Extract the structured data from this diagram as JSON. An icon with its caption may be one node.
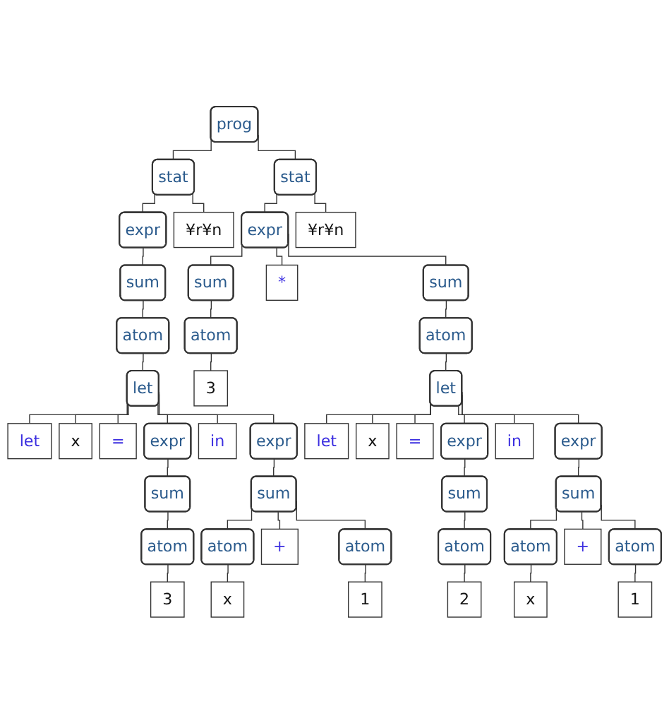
{
  "diagram": {
    "nodes": [
      {
        "text": [
          "prog"
        ]
      },
      {
        "text": [
          "stat"
        ]
      },
      {
        "text": [
          "expr"
        ]
      },
      {
        "text": [
          "sum"
        ]
      },
      {
        "text": [
          "atom"
        ]
      },
      {
        "text": [
          "let"
        ]
      },
      {
        "text": [
          "let"
        ]
      },
      {
        "text": [
          "x"
        ]
      },
      {
        "text": [
          "="
        ]
      },
      {
        "text": [
          "expr"
        ]
      },
      {
        "text": [
          "sum"
        ]
      },
      {
        "text": [
          "atom"
        ]
      },
      {
        "text": [
          "3"
        ]
      },
      {
        "text": [
          "in"
        ]
      },
      {
        "text": [
          "expr"
        ]
      },
      {
        "text": [
          "sum"
        ]
      },
      {
        "text": [
          "atom"
        ]
      },
      {
        "text": [
          "x"
        ]
      },
      {
        "text": [
          "+"
        ]
      },
      {
        "text": [
          "atom"
        ]
      },
      {
        "text": [
          "1"
        ]
      },
      {
        "text": [
          "¥r¥n"
        ]
      },
      {
        "text": [
          "stat"
        ]
      },
      {
        "text": [
          "expr"
        ]
      },
      {
        "text": [
          "sum"
        ]
      },
      {
        "text": [
          "atom"
        ]
      },
      {
        "text": [
          "3"
        ]
      },
      {
        "text": [
          "*"
        ]
      },
      {
        "text": [
          "sum"
        ]
      },
      {
        "text": [
          "atom"
        ]
      },
      {
        "text": [
          "let"
        ]
      },
      {
        "text": [
          "let"
        ]
      },
      {
        "text": [
          "x"
        ]
      },
      {
        "text": [
          "="
        ]
      },
      {
        "text": [
          "expr"
        ]
      },
      {
        "text": [
          "sum"
        ]
      },
      {
        "text": [
          "atom"
        ]
      },
      {
        "text": [
          "2"
        ]
      },
      {
        "text": [
          "in"
        ]
      },
      {
        "text": [
          "expr"
        ]
      },
      {
        "text": [
          "sum"
        ]
      },
      {
        "text": [
          "atom"
        ]
      },
      {
        "text": [
          "x"
        ]
      },
      {
        "text": [
          "+"
        ]
      },
      {
        "text": [
          "atom"
        ]
      },
      {
        "text": [
          "1"
        ]
      },
      {
        "text": [
          "¥r¥n"
        ]
      }
    ],
    "edges": [
      {
        "from": 0,
        "to": 1,
        "arrow": "none"
      },
      {
        "from": 1,
        "to": 2,
        "arrow": "none"
      },
      {
        "from": 2,
        "to": 3,
        "arrow": "none"
      },
      {
        "from": 3,
        "to": 4,
        "arrow": "none"
      },
      {
        "from": 4,
        "to": 5,
        "arrow": "none"
      },
      {
        "from": 5,
        "to": 6,
        "arrow": "none"
      },
      {
        "from": 5,
        "to": 7,
        "arrow": "none"
      },
      {
        "from": 5,
        "to": 8,
        "arrow": "none"
      },
      {
        "from": 5,
        "to": 9,
        "arrow": "none"
      },
      {
        "from": 9,
        "to": 10,
        "arrow": "none"
      },
      {
        "from": 10,
        "to": 11,
        "arrow": "none"
      },
      {
        "from": 11,
        "to": 12,
        "arrow": "none"
      },
      {
        "from": 5,
        "to": 13,
        "arrow": "none"
      },
      {
        "from": 5,
        "to": 14,
        "arrow": "none"
      },
      {
        "from": 14,
        "to": 15,
        "arrow": "none"
      },
      {
        "from": 15,
        "to": 16,
        "arrow": "none"
      },
      {
        "from": 16,
        "to": 17,
        "arrow": "none"
      },
      {
        "from": 15,
        "to": 18,
        "arrow": "none"
      },
      {
        "from": 15,
        "to": 19,
        "arrow": "none"
      },
      {
        "from": 19,
        "to": 20,
        "arrow": "none"
      },
      {
        "from": 1,
        "to": 21,
        "arrow": "none"
      },
      {
        "from": 0,
        "to": 22,
        "arrow": "none"
      },
      {
        "from": 22,
        "to": 23,
        "arrow": "none"
      },
      {
        "from": 23,
        "to": 24,
        "arrow": "none"
      },
      {
        "from": 24,
        "to": 25,
        "arrow": "none"
      },
      {
        "from": 25,
        "to": 26,
        "arrow": "none"
      },
      {
        "from": 23,
        "to": 27,
        "arrow": "none"
      },
      {
        "from": 23,
        "to": 28,
        "arrow": "none"
      },
      {
        "from": 28,
        "to": 29,
        "arrow": "none"
      },
      {
        "from": 29,
        "to": 30,
        "arrow": "none"
      },
      {
        "from": 30,
        "to": 31,
        "arrow": "none"
      },
      {
        "from": 30,
        "to": 32,
        "arrow": "none"
      },
      {
        "from": 30,
        "to": 33,
        "arrow": "none"
      },
      {
        "from": 30,
        "to": 34,
        "arrow": "none"
      },
      {
        "from": 34,
        "to": 35,
        "arrow": "none"
      },
      {
        "from": 35,
        "to": 36,
        "arrow": "none"
      },
      {
        "from": 36,
        "to": 37,
        "arrow": "none"
      },
      {
        "from": 30,
        "to": 38,
        "arrow": "none"
      },
      {
        "from": 30,
        "to": 39,
        "arrow": "none"
      },
      {
        "from": 39,
        "to": 40,
        "arrow": "none"
      },
      {
        "from": 40,
        "to": 41,
        "arrow": "none"
      },
      {
        "from": 41,
        "to": 42,
        "arrow": "none"
      },
      {
        "from": 40,
        "to": 43,
        "arrow": "none"
      },
      {
        "from": 40,
        "to": 44,
        "arrow": "none"
      },
      {
        "from": 44,
        "to": 45,
        "arrow": "none"
      },
      {
        "from": 22,
        "to": 46,
        "arrow": "none"
      }
    ]
  }
}
